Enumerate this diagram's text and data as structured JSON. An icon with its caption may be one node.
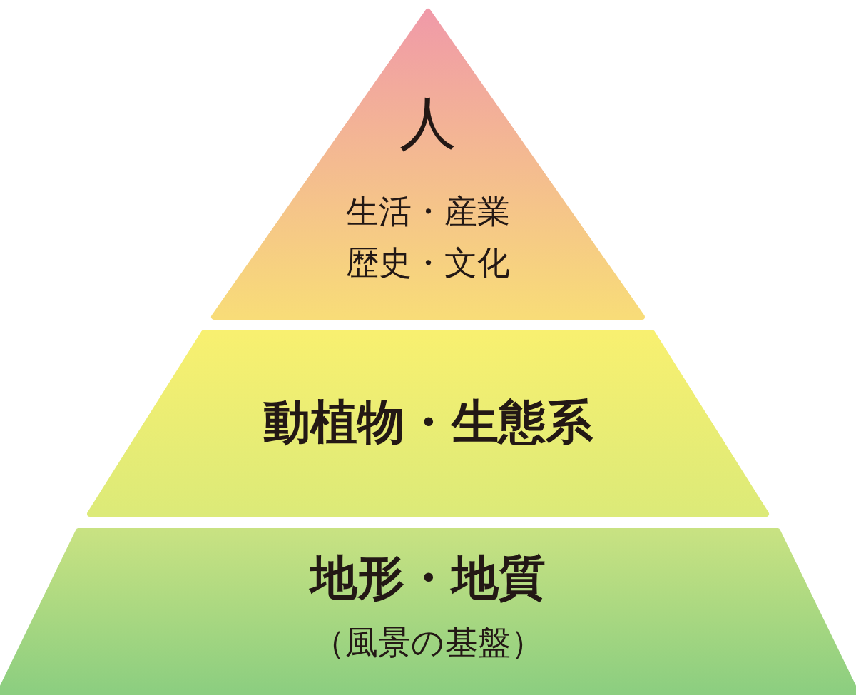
{
  "diagram": {
    "nodes": [
      {
        "text": [
          "人",
          "生活・産業",
          "歴史・文化"
        ]
      },
      {
        "text": [
          "動植物・生態系"
        ]
      },
      {
        "text": [
          "地形・地質",
          "（風景の基盤）"
        ]
      }
    ]
  }
}
